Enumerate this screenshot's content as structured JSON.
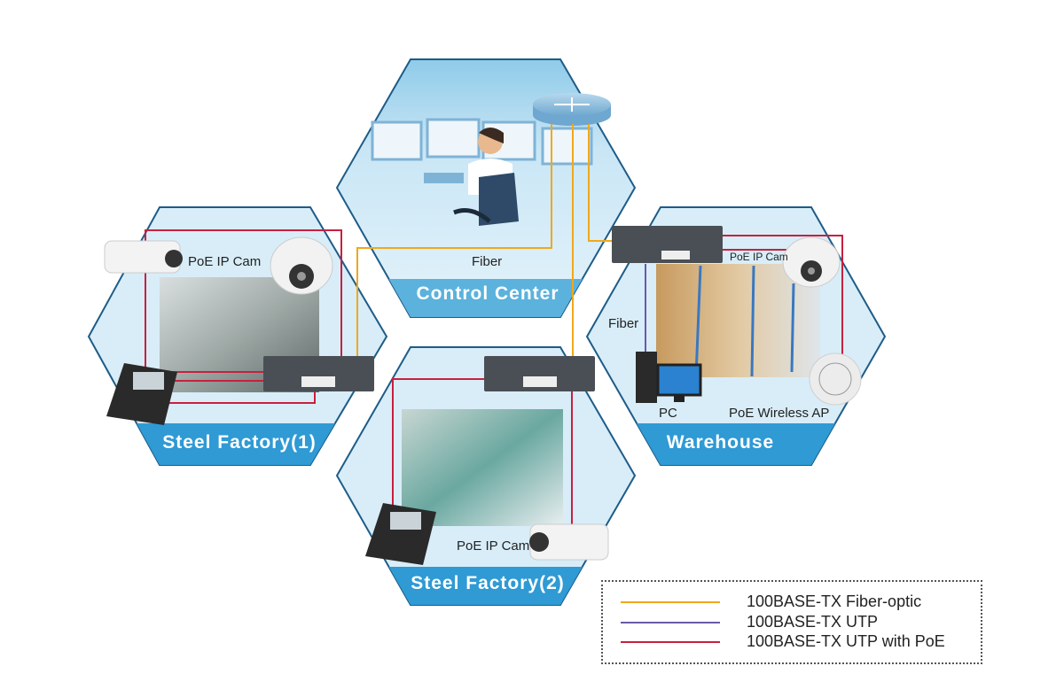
{
  "sites": {
    "control_center": {
      "title": "Control Center",
      "fiber_label": "Fiber"
    },
    "steel_factory_1": {
      "title": "Steel Factory(1)",
      "cam_label": "PoE IP Cam"
    },
    "steel_factory_2": {
      "title": "Steel Factory(2)",
      "cam_label": "PoE IP Cam"
    },
    "warehouse": {
      "title": "Warehouse",
      "cam_label": "PoE IP Cam",
      "fiber_label": "Fiber",
      "pc_label": "PC",
      "ap_label": "PoE Wireless AP"
    }
  },
  "legend": [
    {
      "label": "100BASE-TX Fiber-optic",
      "color": "#f0a81c"
    },
    {
      "label": "100BASE-TX UTP",
      "color": "#6b5ba8"
    },
    {
      "label": "100BASE-TX UTP with PoE",
      "color": "#c8203f"
    }
  ],
  "colors": {
    "hex_fill": "#d8edf8",
    "hex_stroke": "#1d5c88",
    "band": "#2f9ad4"
  }
}
